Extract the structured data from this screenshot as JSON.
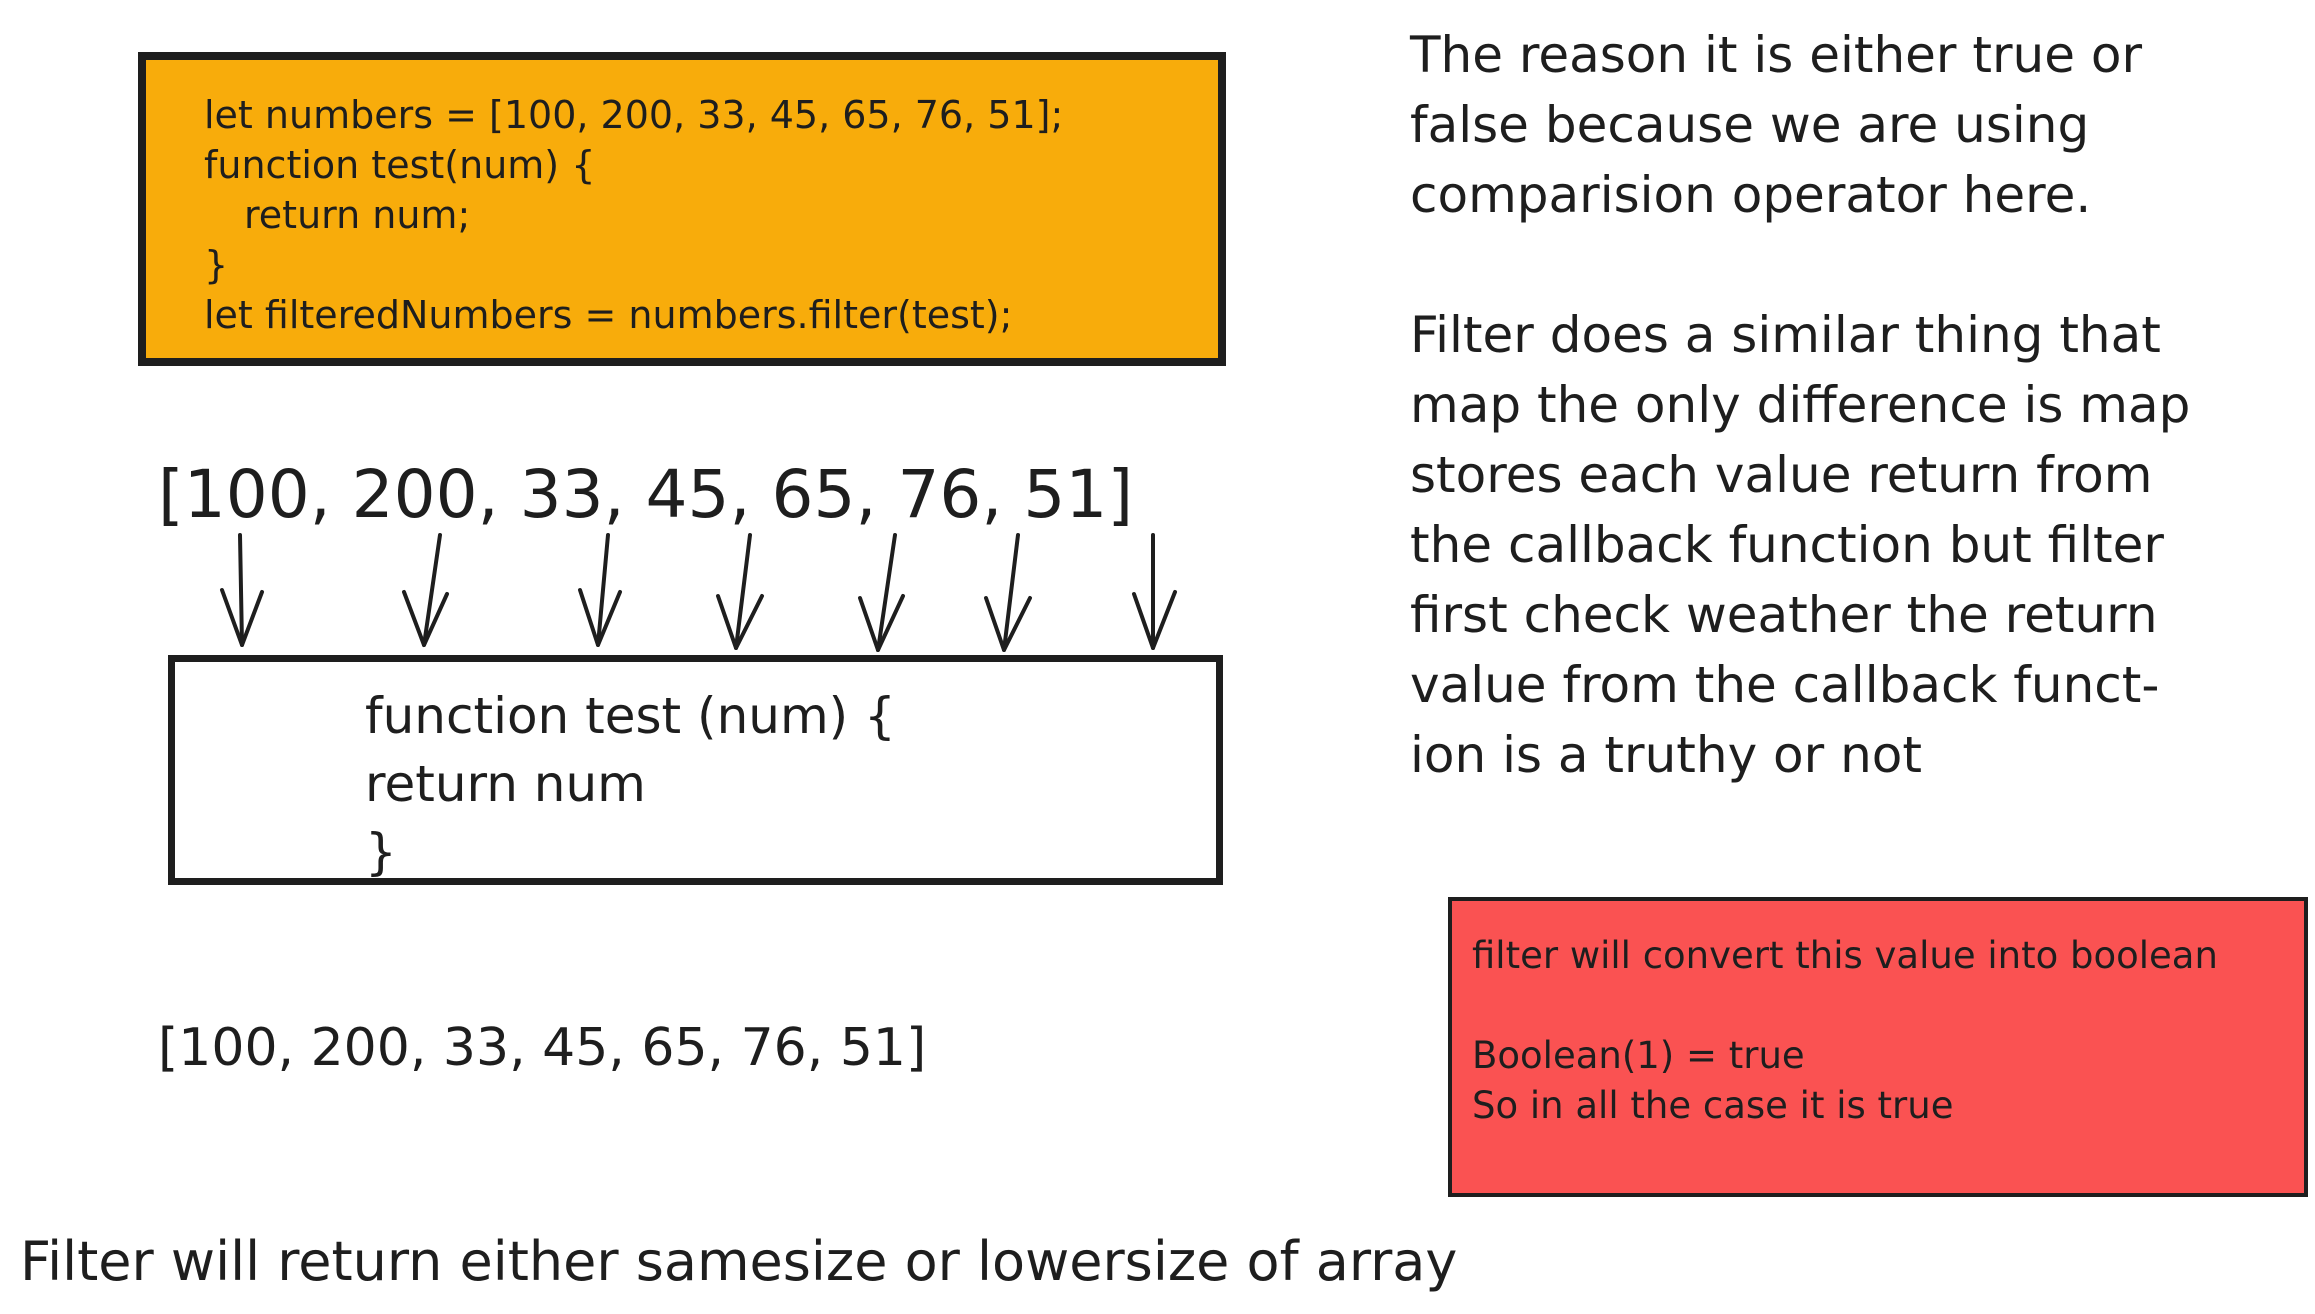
{
  "code_box": {
    "lines": [
      "let numbers = [100, 200, 33, 45, 65, 76, 51];",
      "function test(num) {",
      "return num;",
      "}",
      "let filteredNumbers = numbers.filter(test);"
    ],
    "background": "#f8ac0b"
  },
  "input_array": "[100, 200, 33, 45, 65, 76, 51]",
  "function_box": {
    "lines": [
      "function test (num) {",
      "return num",
      "}"
    ]
  },
  "output_array": "[100, 200, 33, 45, 65, 76, 51]",
  "summary": "Filter will return either samesize or lowersize of array",
  "explanation": {
    "paragraph1": [
      "The reason it is either true or",
      "false because we are using",
      "comparision operator here."
    ],
    "paragraph2": [
      "Filter does a similar thing that",
      "map the only difference is map",
      "stores each value return from",
      "the callback function but filter",
      "first check weather the return",
      "value from the callback funct-",
      "ion is a truthy or not"
    ]
  },
  "note_box": {
    "line1": "filter will convert this value into boolean",
    "line2": "Boolean(1) = true",
    "line3": "So in all the case it is true",
    "background": "#fa5252"
  },
  "icons": {
    "arrows": "arrow-down-icon"
  }
}
